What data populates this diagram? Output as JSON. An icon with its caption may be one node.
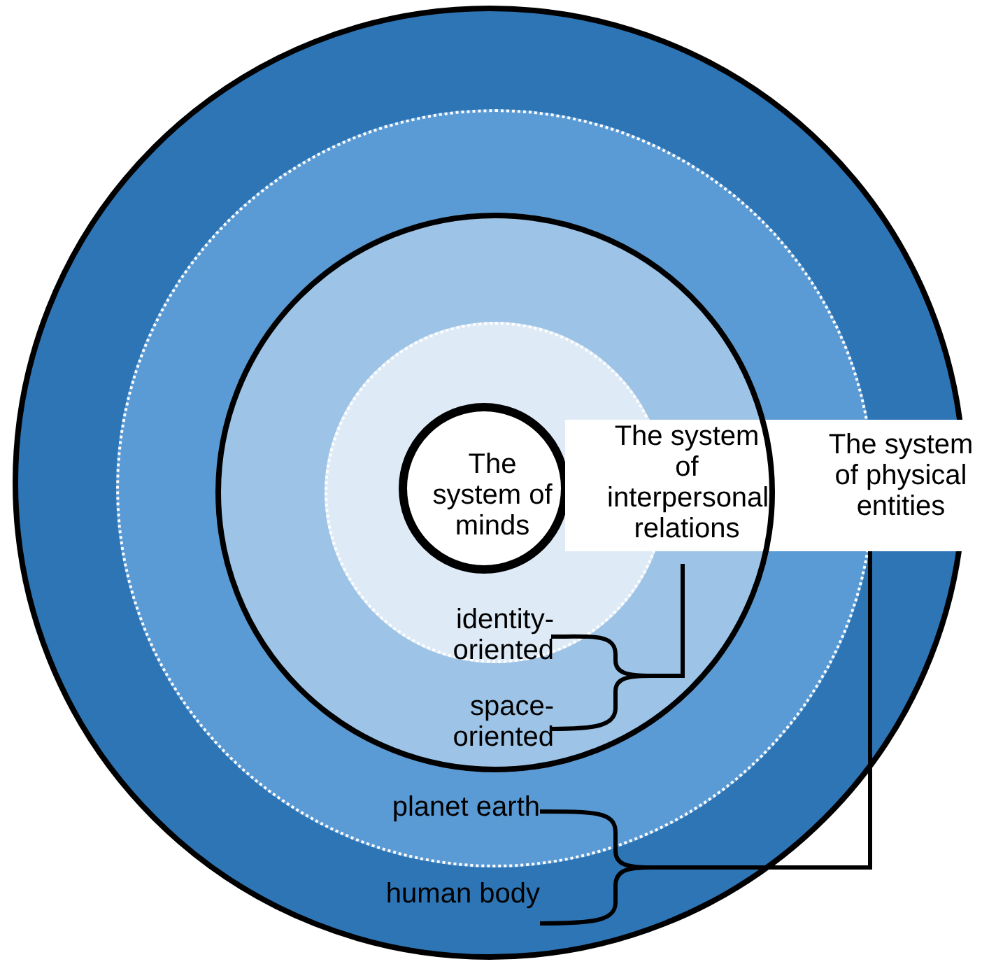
{
  "diagram": {
    "nodes": [
      {
        "text": [
          "The system of physical entities"
        ]
      },
      {
        "text": [
          "The system of interpersonal relations"
        ],
        "in": 0
      },
      {
        "text": [
          "The system of minds"
        ],
        "in": 1
      },
      {
        "text": [
          "identity-oriented"
        ],
        "in": 1
      },
      {
        "text": [
          "space-oriented"
        ],
        "in": 1
      },
      {
        "text": [
          "planet earth"
        ],
        "in": 0
      },
      {
        "text": [
          "human body"
        ],
        "in": 0
      }
    ],
    "edges": [
      {
        "from": 3,
        "to": 1,
        "arrow": "none"
      },
      {
        "from": 4,
        "to": 1,
        "arrow": "none"
      },
      {
        "from": 5,
        "to": 0,
        "arrow": "none"
      },
      {
        "from": 6,
        "to": 0,
        "arrow": "none"
      }
    ]
  }
}
